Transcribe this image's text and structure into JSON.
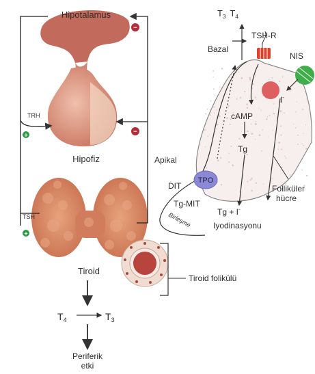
{
  "left": {
    "hypothalamus": "Hipotalamus",
    "pituitary": "Hipofiz",
    "thyroid": "Tiroid",
    "trh": "TRH",
    "tsh": "TSH",
    "t4": "T",
    "t4_sub": "4",
    "t3": "T",
    "t3_sub": "3",
    "peripheral_1": "Periferik",
    "peripheral_2": "etki",
    "plus_sign": "+",
    "minus_sign": "−"
  },
  "right": {
    "t3_top": "T",
    "t3_top_sub": "3",
    "t4_top": "T",
    "t4_top_sub": "4",
    "basal": "Bazal",
    "tsh_r": "TSH-R",
    "nis": "NIS",
    "iodide": "I",
    "iodide_charge": "-",
    "camp": "cAMP",
    "tg": "Tg",
    "apical": "Apikal",
    "tpo": "TPO",
    "dit": "DIT",
    "tg_mit": "Tg-MIT",
    "coupling": "Birleşme",
    "tg_plus_i": "Tg  +  I",
    "tg_plus_i_charge": "-",
    "iodination": "Iyodinasyonu",
    "follicular_1": "Folliküler",
    "follicular_2": "hücre",
    "follicle": "Tiroid folikülü"
  },
  "colors": {
    "tissue": "#c9735e",
    "tissue_light": "#e3a793",
    "thyroid": "#d98a66",
    "pos_green": "#2f9b4a",
    "neg_red": "#b02e3a",
    "tpo_fill": "#8b88d6",
    "nis_fill": "#3fae4a",
    "receptor": "#d9432f"
  }
}
